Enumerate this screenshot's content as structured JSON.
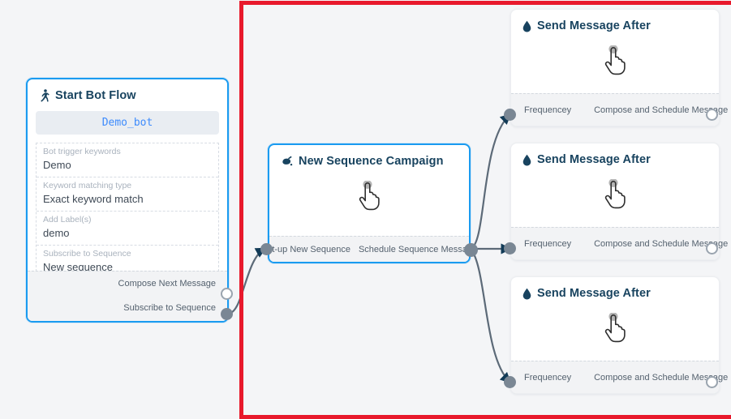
{
  "canvas": {
    "background_color": "#f4f5f7",
    "highlight_color": "#e8192c"
  },
  "nodes": {
    "start_bot_flow": {
      "title": "Start Bot Flow",
      "icon": "running-person-icon",
      "bot_chip": "Demo_bot",
      "fields": [
        {
          "label": "Bot trigger keywords",
          "value": "Demo"
        },
        {
          "label": "Keyword matching type",
          "value": "Exact keyword match"
        },
        {
          "label": "Add Label(s)",
          "value": "demo"
        },
        {
          "label": "Subscribe to Sequence",
          "value": "New sequence"
        }
      ],
      "ports": [
        {
          "label": "Compose Next Message",
          "state": "hollow"
        },
        {
          "label": "Subscribe to Sequence",
          "state": "filled"
        }
      ]
    },
    "new_sequence_campaign": {
      "title": "New Sequence Campaign",
      "icon": "inkwell-icon",
      "cursor_icon": "hand-pointer-icon",
      "input_port_label": "Set-up New Sequence",
      "output_port_label": "Schedule Sequence Message"
    },
    "send_message_after": [
      {
        "title": "Send Message After",
        "icon": "water-drop-icon",
        "cursor_icon": "hand-pointer-icon",
        "input_port_label": "Frequencey",
        "output_port_label": "Compose and Schedule Message"
      },
      {
        "title": "Send Message After",
        "icon": "water-drop-icon",
        "cursor_icon": "hand-pointer-icon",
        "input_port_label": "Frequencey",
        "output_port_label": "Compose and Schedule Message"
      },
      {
        "title": "Send Message After",
        "icon": "water-drop-icon",
        "cursor_icon": "hand-pointer-icon",
        "input_port_label": "Frequencey",
        "output_port_label": "Compose and Schedule Message"
      }
    ]
  }
}
